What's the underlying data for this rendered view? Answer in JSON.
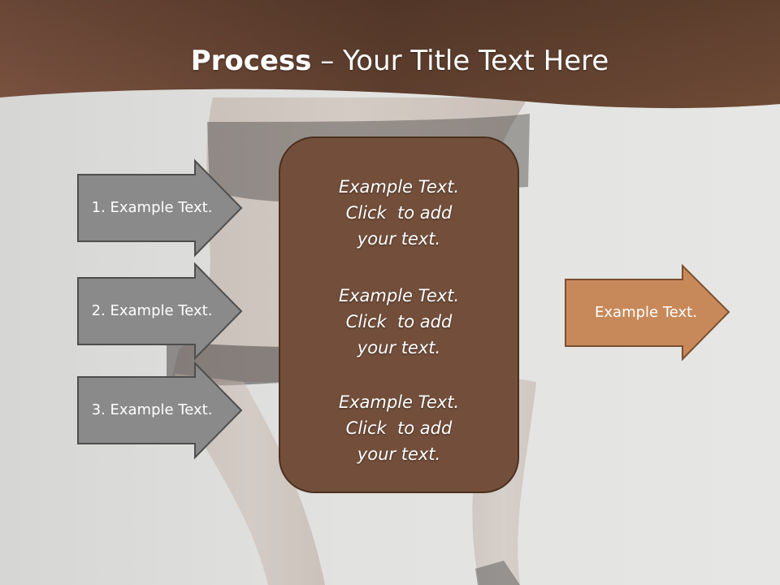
{
  "slide": {
    "title_bold": "Process",
    "title_rest": " – Your Title Text Here",
    "left_arrows": [
      {
        "label": "1. Example Text."
      },
      {
        "label": "2. Example Text."
      },
      {
        "label": "3. Example Text."
      }
    ],
    "center_box": {
      "paragraphs": [
        {
          "lines": [
            "Example Text.",
            "Click  to add",
            "your text."
          ]
        },
        {
          "lines": [
            "Example Text.",
            "Click  to add",
            "your text."
          ]
        },
        {
          "lines": [
            "Example Text.",
            "Click  to add",
            "your text."
          ]
        }
      ]
    },
    "output_arrow": {
      "label": "Example Text."
    }
  },
  "colors": {
    "header_brown": "#5a3a2a",
    "center_box_fill": "#734f3b",
    "left_arrow_fill": "#8a8a8a",
    "output_arrow_fill": "#c8895a"
  }
}
